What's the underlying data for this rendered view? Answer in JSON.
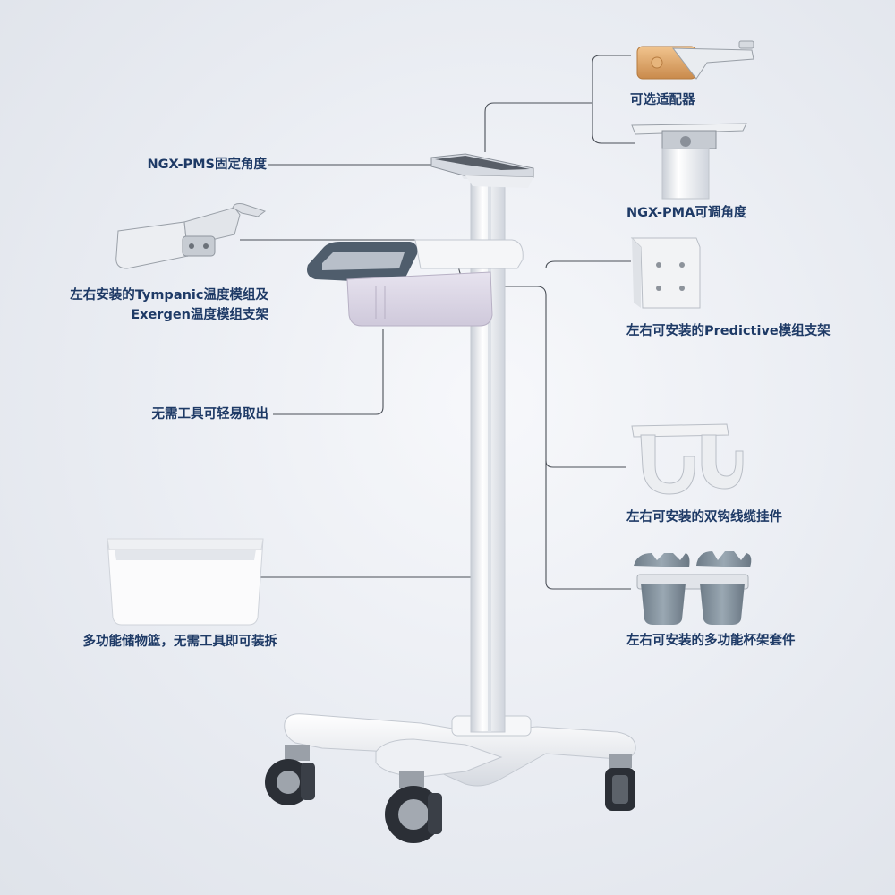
{
  "labels": {
    "ngx_pms": "NGX-PMS固定角度",
    "adapter": "可选适配器",
    "ngx_pma": "NGX-PMA可调角度",
    "tympanic_line1": "左右安装的Tympanic温度模组及",
    "tympanic_line2": "Exergen温度模组支架",
    "predictive": "左右可安装的Predictive模组支架",
    "tool_free": "无需工具可轻易取出",
    "double_hook": "左右可安装的双钩线缆挂件",
    "basket": "多功能储物篮，无需工具即可装拆",
    "cup_holder": "左右可安装的多功能杯架套件"
  },
  "colors": {
    "label_text": "#1e3a66",
    "leader_line": "#4a4f57",
    "frame_white": "#f4f5f7",
    "bin_border": "#4f5d6c",
    "cup_gray": "#7d8b97",
    "adapter_gold": "#e3a868"
  }
}
